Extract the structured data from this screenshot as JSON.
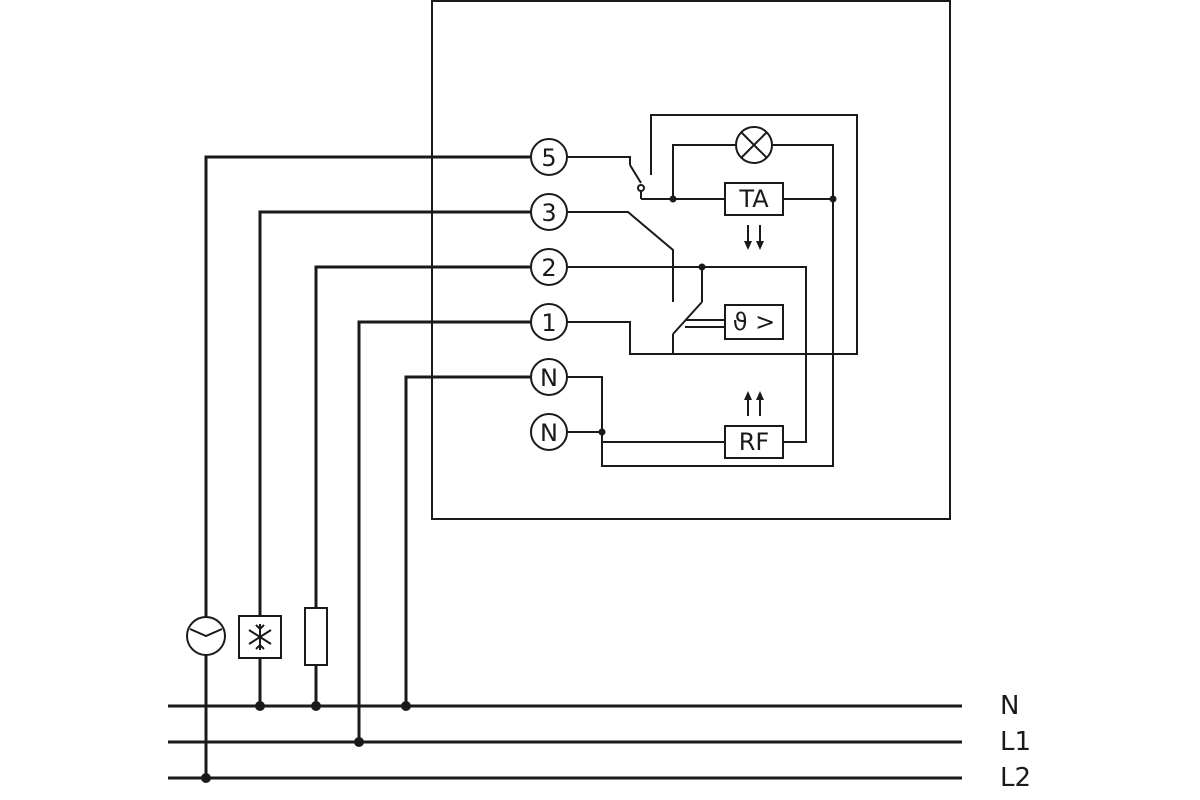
{
  "terminals": {
    "t5": "5",
    "t3": "3",
    "t2": "2",
    "t1": "1",
    "n_top": "N",
    "n_bottom": "N"
  },
  "components": {
    "ta_label": "TA",
    "thermo_label": "ϑ >",
    "rf_label": "RF"
  },
  "bus_lines": {
    "n": "N",
    "l1": "L1",
    "l2": "L2"
  },
  "icons": {
    "lamp": "lamp-icon",
    "clock": "clock-icon",
    "cooling": "snowflake-icon",
    "heater": "resistor-icon",
    "heat_arrows": "arrow-down-icon",
    "rf_arrows": "arrow-up-icon"
  }
}
